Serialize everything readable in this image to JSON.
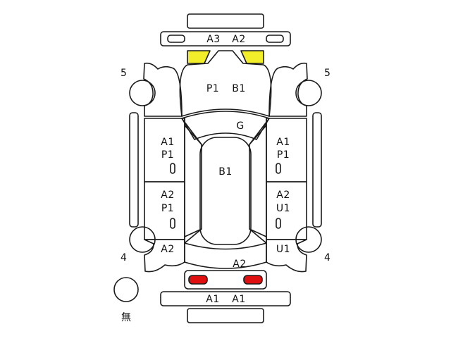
{
  "colors": {
    "outline": "#1a1a1a",
    "damage_yellow": "#f2ee2a",
    "damage_red": "#e01010",
    "background": "#ffffff"
  },
  "labels": {
    "front_bumper": [
      "A3",
      "A2"
    ],
    "hood": [
      "P1",
      "B1"
    ],
    "windshield": "G",
    "roof": "B1",
    "left_front_door": [
      "A1",
      "P1"
    ],
    "right_front_door": [
      "A1",
      "P1"
    ],
    "left_rear_door": [
      "A2",
      "P1"
    ],
    "right_rear_door": [
      "A2",
      "U1"
    ],
    "left_rear_quarter": "A2",
    "right_rear_quarter": "U1",
    "trunk": "A2",
    "rear_bumper": [
      "A1",
      "A1"
    ],
    "front_left_side": "5",
    "front_right_side": "5",
    "rear_left_side": "4",
    "rear_right_side": "4",
    "legend_none": "無"
  }
}
